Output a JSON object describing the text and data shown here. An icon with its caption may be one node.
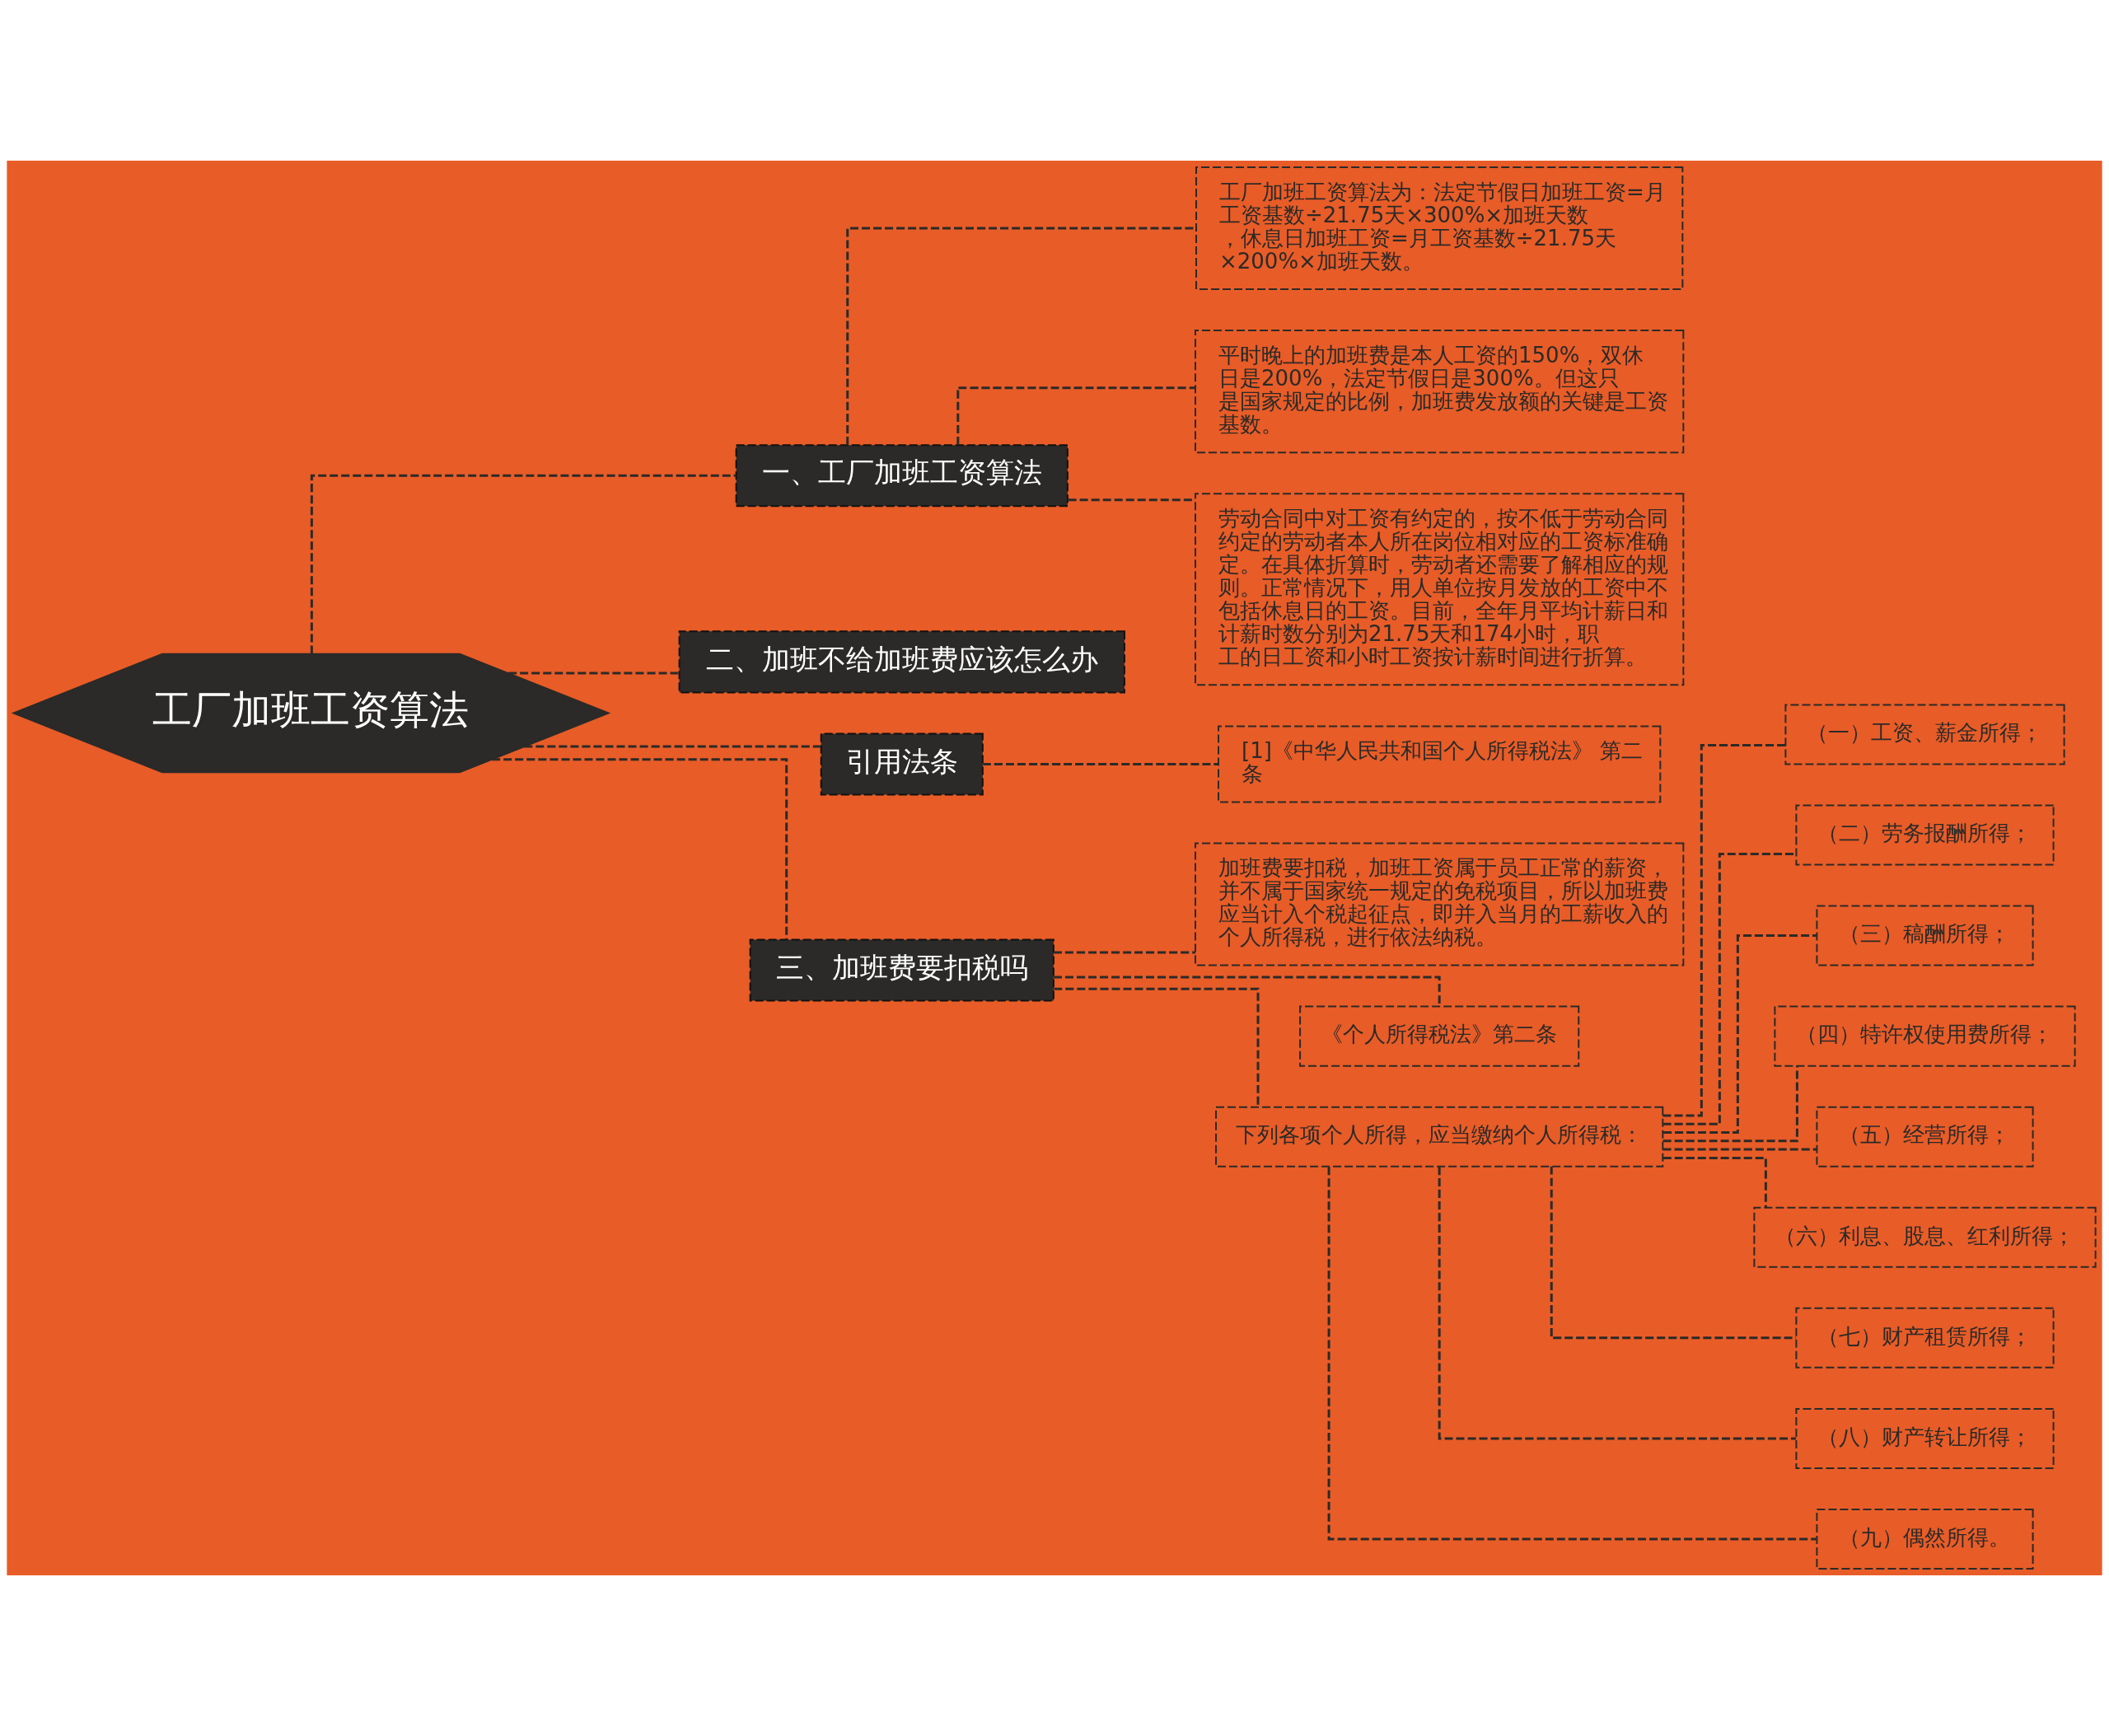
{
  "diagram": {
    "nodes": [
      {
        "text": [
          "工厂加班工资算法"
        ]
      },
      {
        "text": [
          "一、工厂加班工资算法"
        ]
      },
      {
        "text": [
          "工厂加班工资算法为：法定节假日加班工资=月工资基数÷21.75天×300%×加班天数，休息日加班工资=月工资基数÷21.75天×200%×加班天数。"
        ]
      },
      {
        "text": [
          "平时晚上的加班费是本人工资的150%，双休日是200%，法定节假日是300%。但这只是国家规定的比例，加班费发放额的关键是工资基数。"
        ]
      },
      {
        "text": [
          "劳动合同中对工资有约定的，按不低于劳动合同约定的劳动者本人所在岗位相对应的工资标准确定。在具体折算时，劳动者还需要了解相应的规则。正常情况下，用人单位按月发放的工资中不包括休息日的工资。目前，全年月平均计薪日和计薪时数分别为21.75天和174小时，职工的日工资和小时工资按计薪时间进行折算。"
        ]
      },
      {
        "text": [
          "二、加班不给加班费应该怎么办"
        ]
      },
      {
        "text": [
          "引用法条"
        ]
      },
      {
        "text": [
          "[1]《中华人民共和国个人所得税法》 第二条"
        ]
      },
      {
        "text": [
          "三、加班费要扣税吗"
        ]
      },
      {
        "text": [
          "加班费要扣税，加班工资属于员工正常的薪资，并不属于国家统一规定的免税项目，所以加班费应当计入个税起征点，即并入当月的工薪收入的个人所得税，进行依法纳税。"
        ]
      },
      {
        "text": [
          "《个人所得税法》第二条"
        ]
      },
      {
        "text": [
          "下列各项个人所得，应当缴纳个人所得税："
        ]
      },
      {
        "text": [
          "（一）工资、薪金所得；"
        ]
      },
      {
        "text": [
          "（二）劳务报酬所得；"
        ]
      },
      {
        "text": [
          "（三）稿酬所得；"
        ]
      },
      {
        "text": [
          "（四）特许权使用费所得；"
        ]
      },
      {
        "text": [
          "（五）经营所得；"
        ]
      },
      {
        "text": [
          "（六）利息、股息、红利所得；"
        ]
      },
      {
        "text": [
          "（七）财产租赁所得；"
        ]
      },
      {
        "text": [
          "（八）财产转让所得；"
        ]
      },
      {
        "text": [
          "（九）偶然所得。"
        ]
      }
    ],
    "edges": [
      {
        "from": 0,
        "to": 1,
        "arrow": "none",
        "style": "dashed"
      },
      {
        "from": 1,
        "to": 2,
        "arrow": "none",
        "style": "dashed"
      },
      {
        "from": 1,
        "to": 3,
        "arrow": "none",
        "style": "dashed"
      },
      {
        "from": 1,
        "to": 4,
        "arrow": "none",
        "style": "dashed"
      },
      {
        "from": 0,
        "to": 5,
        "arrow": "none",
        "style": "dashed"
      },
      {
        "from": 0,
        "to": 6,
        "arrow": "none",
        "style": "dashed"
      },
      {
        "from": 6,
        "to": 7,
        "arrow": "none",
        "style": "dashed"
      },
      {
        "from": 0,
        "to": 8,
        "arrow": "none",
        "style": "dashed"
      },
      {
        "from": 8,
        "to": 9,
        "arrow": "none",
        "style": "dashed"
      },
      {
        "from": 8,
        "to": 10,
        "arrow": "none",
        "style": "dashed"
      },
      {
        "from": 8,
        "to": 11,
        "arrow": "none",
        "style": "dashed"
      },
      {
        "from": 11,
        "to": 12,
        "arrow": "none",
        "style": "dashed"
      },
      {
        "from": 11,
        "to": 13,
        "arrow": "none",
        "style": "dashed"
      },
      {
        "from": 11,
        "to": 14,
        "arrow": "none",
        "style": "dashed"
      },
      {
        "from": 11,
        "to": 15,
        "arrow": "none",
        "style": "dashed"
      },
      {
        "from": 11,
        "to": 16,
        "arrow": "none",
        "style": "dashed"
      },
      {
        "from": 11,
        "to": 17,
        "arrow": "none",
        "style": "dashed"
      },
      {
        "from": 11,
        "to": 18,
        "arrow": "none",
        "style": "dashed"
      },
      {
        "from": 11,
        "to": 19,
        "arrow": "none",
        "style": "dashed"
      },
      {
        "from": 11,
        "to": 20,
        "arrow": "none",
        "style": "dashed"
      }
    ]
  }
}
